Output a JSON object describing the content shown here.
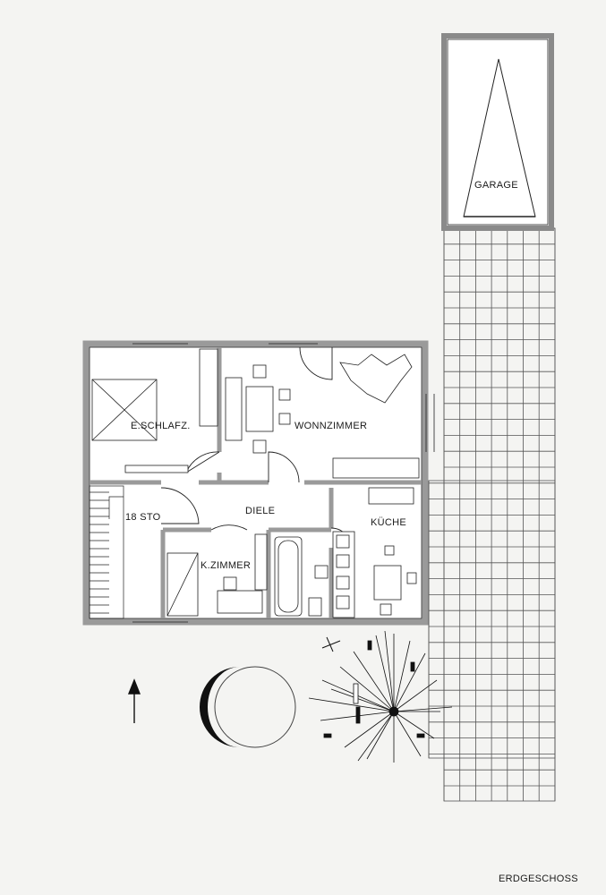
{
  "labels": {
    "garage": "GARAGE",
    "schlafzimmer": "E.SCHLAFZ.",
    "wohnzimmer": "WONNZIMMER",
    "diele": "DIELE",
    "stufen": "18 STO",
    "kinderzimmer": "K.ZIMMER",
    "kueche": "KÜCHE",
    "geschoss": "ERDGESCHOSS"
  },
  "icons": {
    "north": "north-arrow-icon",
    "sun": "sun-path-icon",
    "shadow": "shadow-study-icon"
  },
  "colors": {
    "paper": "#f4f4f2",
    "wall": "#9a9a9a",
    "line": "#222222"
  }
}
